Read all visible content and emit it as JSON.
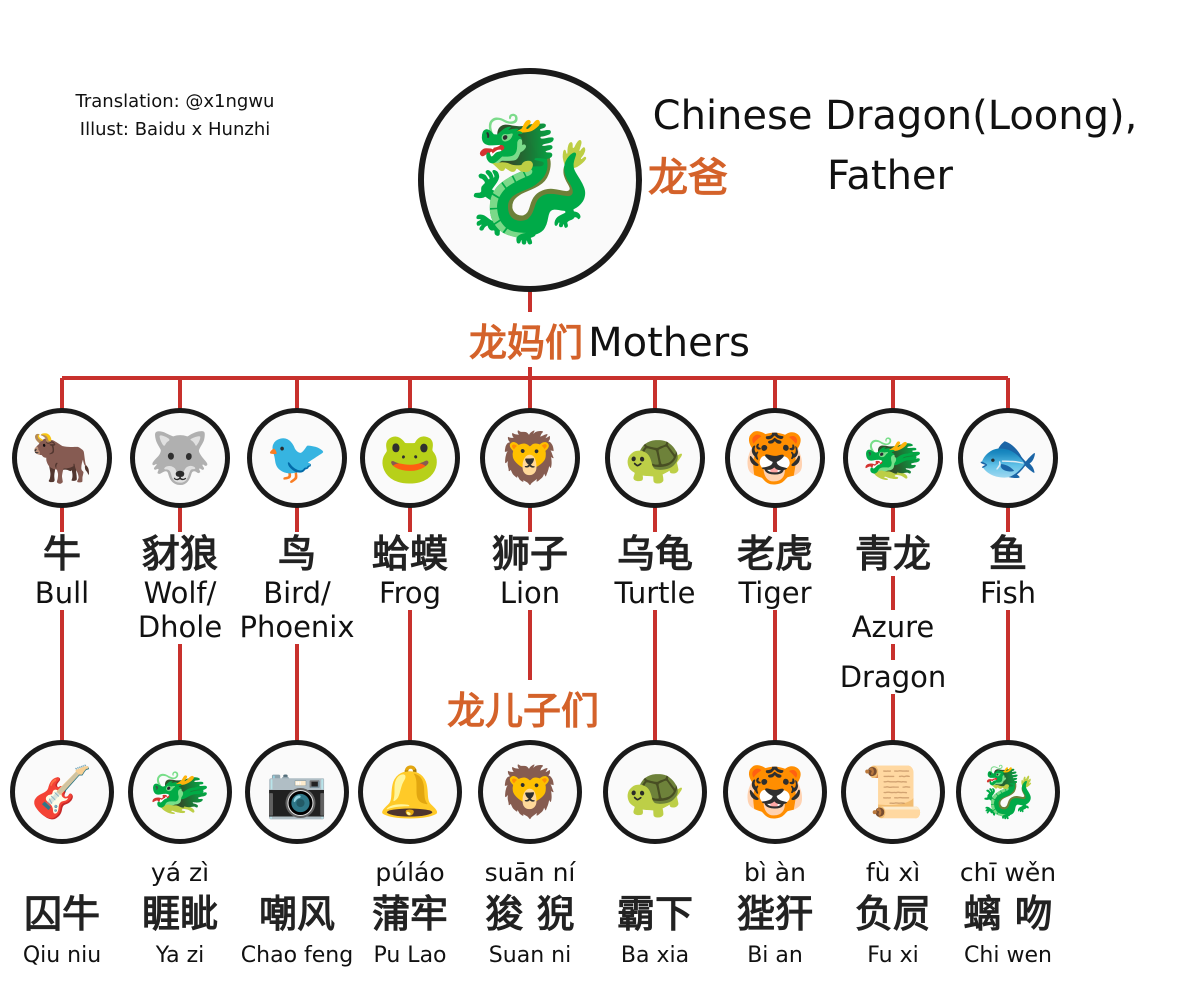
{
  "credits": {
    "translation": "Translation: @x1ngwu",
    "illust": "Illust: Baidu x Hunzhi"
  },
  "father": {
    "cn": "龙爸",
    "en_line1": "Chinese Dragon(Loong),",
    "en_line2": "Father",
    "icon": "dragon-portrait"
  },
  "mothers_label": {
    "cn": "龙妈们",
    "en": "Mothers"
  },
  "sons_label": {
    "cn": "龙儿子们"
  },
  "colors": {
    "line": "#c8312d",
    "accent": "#d4622a",
    "text": "#111111"
  },
  "mothers": [
    {
      "cn": "牛",
      "en": [
        "Bull"
      ]
    },
    {
      "cn": "豺狼",
      "en": [
        "Wolf/",
        "Dhole"
      ]
    },
    {
      "cn": "鸟",
      "en": [
        "Bird/",
        "Phoenix"
      ]
    },
    {
      "cn": "蛤蟆",
      "en": [
        "Frog"
      ]
    },
    {
      "cn": "狮子",
      "en": [
        "Lion"
      ]
    },
    {
      "cn": "乌龟",
      "en": [
        "Turtle"
      ]
    },
    {
      "cn": "老虎",
      "en": [
        "Tiger"
      ]
    },
    {
      "cn": "青龙",
      "en": [
        "Azure",
        "Dragon"
      ]
    },
    {
      "cn": "鱼",
      "en": [
        "Fish"
      ]
    }
  ],
  "sons": [
    {
      "pinyin": "",
      "cn": "囚牛",
      "en": "Qiu niu"
    },
    {
      "pinyin": "yá zì",
      "cn": "睚眦",
      "en": "Ya zi"
    },
    {
      "pinyin": "",
      "cn": "嘲风",
      "en": "Chao feng"
    },
    {
      "pinyin": "púláo",
      "cn": "蒲牢",
      "en": "Pu Lao"
    },
    {
      "pinyin": "suān ní",
      "cn": "狻 猊",
      "en": "Suan ni"
    },
    {
      "pinyin": "",
      "cn": "霸下",
      "en": "Ba xia"
    },
    {
      "pinyin": "bì àn",
      "cn": "狴犴",
      "en": "Bi an"
    },
    {
      "pinyin": "fù xì",
      "cn": "负屃",
      "en": "Fu xi"
    },
    {
      "pinyin": "chī wěn",
      "cn": "螭 吻",
      "en": "Chi wen"
    }
  ]
}
